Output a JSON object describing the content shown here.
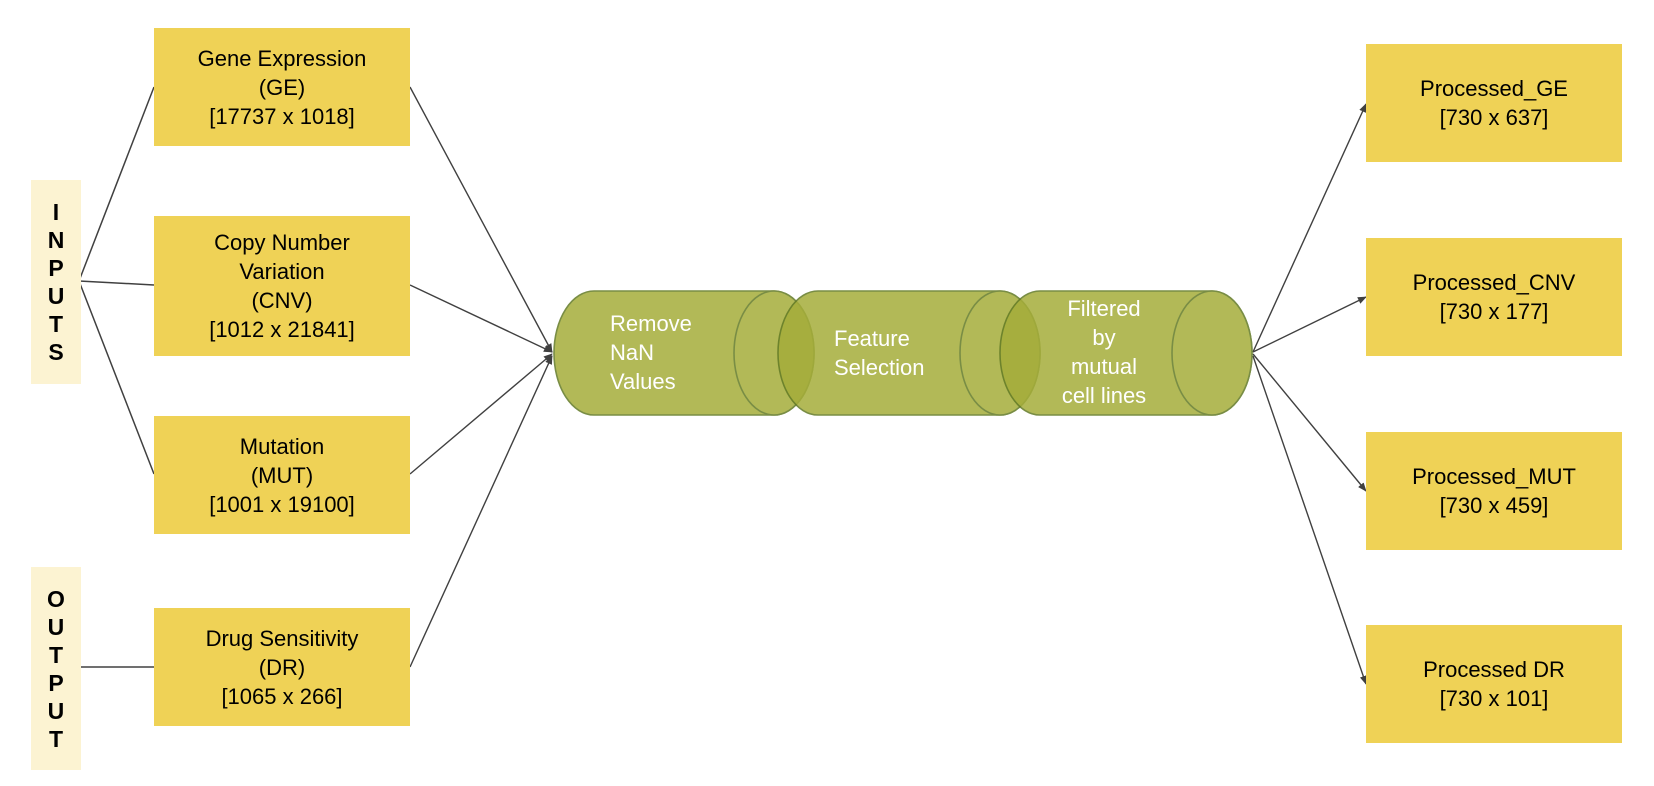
{
  "side_labels": {
    "inputs": "I\nN\nP\nU\nT\nS",
    "output": "O\nU\nT\nP\nU\nT"
  },
  "inputs": [
    {
      "name": "Gene Expression",
      "abbr": "(GE)",
      "dims": "[17737 x 1018]"
    },
    {
      "name": "Copy Number Variation",
      "abbr": "(CNV)",
      "dims": "[1012 x 21841]"
    },
    {
      "name": "Mutation",
      "abbr": "(MUT)",
      "dims": "[1001 x 19100]"
    }
  ],
  "output_input": {
    "name": "Drug Sensitivity",
    "abbr": "(DR)",
    "dims": "[1065 x 266]"
  },
  "pipeline": {
    "step1": "Remove\nNaN\nValues",
    "step2": "Feature\nSelection",
    "step3": "Filtered\nby\nmutual\ncell lines"
  },
  "outputs": [
    {
      "name": "Processed_GE",
      "dims": "[730 x 637]"
    },
    {
      "name": "Processed_CNV",
      "dims": "[730 x 177]"
    },
    {
      "name": "Processed_MUT",
      "dims": "[730 x 459]"
    },
    {
      "name": "Processed DR",
      "dims": "[730 x 101]"
    }
  ],
  "colors": {
    "box_fill": "#efd256",
    "label_fill": "#fcf3d2",
    "cylinder_fill": "#a5ad3a",
    "cylinder_stroke": "#627a25",
    "line": "#404040"
  }
}
